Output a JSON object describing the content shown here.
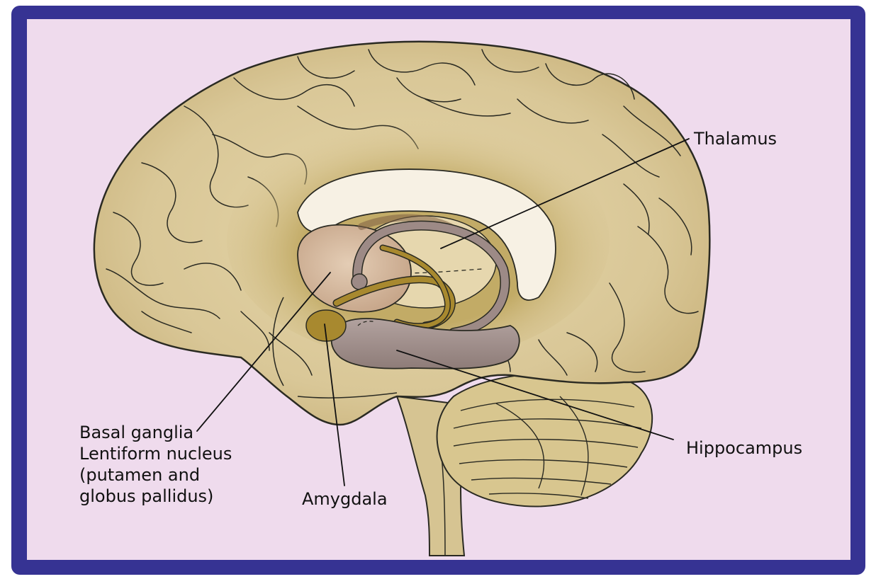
{
  "labels": {
    "thalamus": "Thalamus",
    "hippocampus": "Hippocampus",
    "amygdala": "Amygdala",
    "basal_ganglia": "Basal ganglia\nLentiform nucleus\n(putamen and\nglobus pallidus)"
  },
  "colors": {
    "frame": "#363393",
    "background": "#efdbed",
    "brain": "#dccca0",
    "white_matter": "#f7f1e4",
    "hippocampus": "#9d8a86",
    "basal_ganglia": "#d3b59b",
    "amygdala": "#a8892f",
    "thalamus": "#e6d7ae"
  }
}
